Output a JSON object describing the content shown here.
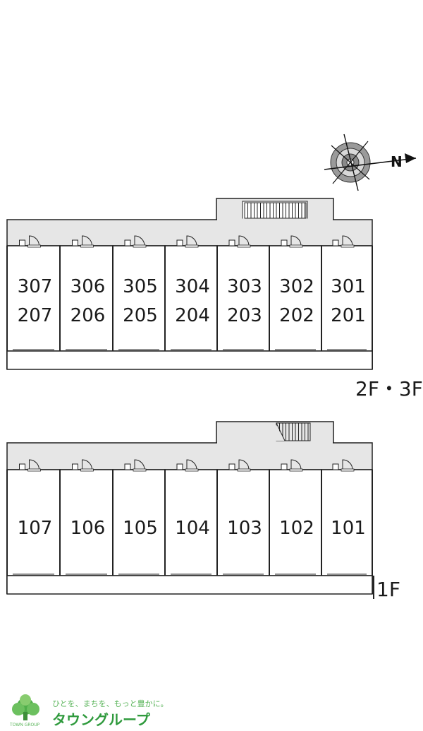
{
  "compass": {
    "north_label": "N"
  },
  "upper_block": {
    "floor_label": "2F・3F",
    "units": [
      {
        "top": "307",
        "bottom": "207"
      },
      {
        "top": "306",
        "bottom": "206"
      },
      {
        "top": "305",
        "bottom": "205"
      },
      {
        "top": "304",
        "bottom": "204"
      },
      {
        "top": "303",
        "bottom": "203"
      },
      {
        "top": "302",
        "bottom": "202"
      },
      {
        "top": "301",
        "bottom": "201"
      }
    ]
  },
  "lower_block": {
    "floor_label": "1F",
    "units": [
      "107",
      "106",
      "105",
      "104",
      "103",
      "102",
      "101"
    ]
  },
  "brand": {
    "tagline": "ひとを、まちを、もっと豊かに。",
    "name": "タウングループ",
    "small": "TOWN GROUP"
  }
}
